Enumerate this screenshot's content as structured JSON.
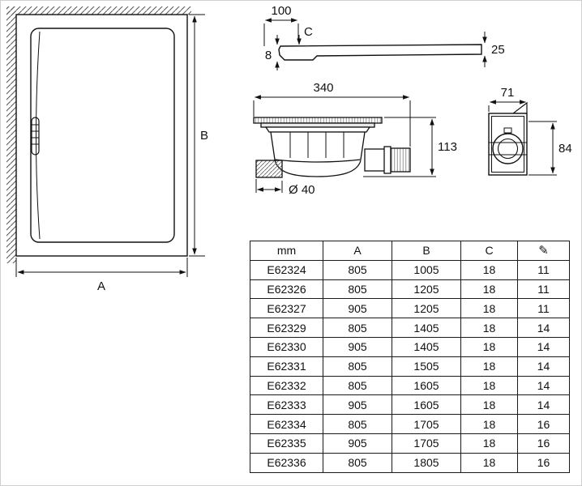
{
  "plan_view": {
    "label_a": "A",
    "label_b": "B"
  },
  "profile_view": {
    "width_dim": "100",
    "c_label": "C",
    "left_dim": "8",
    "right_dim": "25"
  },
  "drain_view": {
    "width_dim": "340",
    "height_dim": "113",
    "diameter_dim": "Ø 40"
  },
  "clamp_view": {
    "width_dim": "71",
    "height_dim": "84"
  },
  "table": {
    "headers": [
      "mm",
      "A",
      "B",
      "C",
      "✎"
    ],
    "rows": [
      [
        "E62324",
        "805",
        "1005",
        "18",
        "11"
      ],
      [
        "E62326",
        "805",
        "1205",
        "18",
        "11"
      ],
      [
        "E62327",
        "905",
        "1205",
        "18",
        "11"
      ],
      [
        "E62329",
        "805",
        "1405",
        "18",
        "14"
      ],
      [
        "E62330",
        "905",
        "1405",
        "18",
        "14"
      ],
      [
        "E62331",
        "805",
        "1505",
        "18",
        "14"
      ],
      [
        "E62332",
        "805",
        "1605",
        "18",
        "14"
      ],
      [
        "E62333",
        "905",
        "1605",
        "18",
        "14"
      ],
      [
        "E62334",
        "805",
        "1705",
        "18",
        "16"
      ],
      [
        "E62335",
        "905",
        "1705",
        "18",
        "16"
      ],
      [
        "E62336",
        "805",
        "1805",
        "18",
        "16"
      ]
    ]
  },
  "colors": {
    "line": "#111111",
    "background": "#ffffff",
    "table_border": "#1a1a1a"
  }
}
